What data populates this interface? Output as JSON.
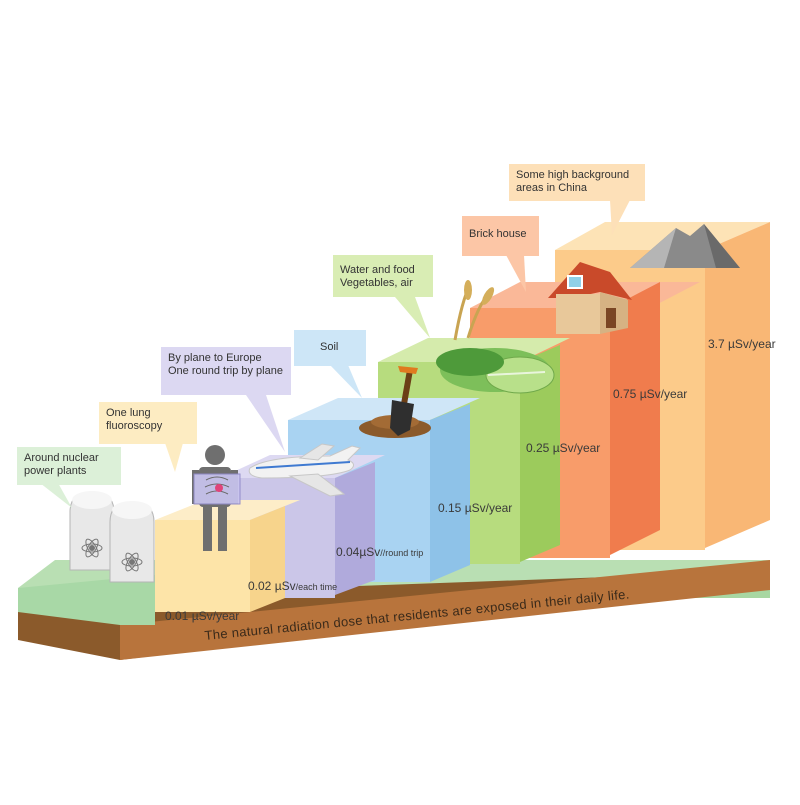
{
  "footer": "The natural radiation dose that residents are exposed in their daily life.",
  "steps": [
    {
      "callout": [
        "Around nuclear",
        "power plants"
      ],
      "value": "0.01 µSv/year",
      "color": "#a8d8a6",
      "callout_bg": "#dcf0d8"
    },
    {
      "callout": [
        "One lung",
        "fluoroscopy"
      ],
      "value_main": "0.02 µSv",
      "value_unit": "/each time",
      "color": "#fde4a8",
      "callout_bg": "#fdecc2"
    },
    {
      "callout": [
        "By plane to Europe",
        "One round trip by plane"
      ],
      "value_main": "0.04µSv",
      "value_unit": "//round trip",
      "color": "#cbc6e8",
      "callout_bg": "#dcd8f2"
    },
    {
      "callout": [
        "Soil"
      ],
      "value": "0.15 µSv/year",
      "color": "#a9d3f2",
      "callout_bg": "#cde6f7"
    },
    {
      "callout": [
        "Water and food",
        "Vegetables, air"
      ],
      "value": "0.25 µSv/year",
      "color": "#b7dc7e",
      "callout_bg": "#d9edb4"
    },
    {
      "callout": [
        "Brick house"
      ],
      "value": "0.75 µSv/year",
      "color": "#f89c6a",
      "callout_bg": "#fcc6a6"
    },
    {
      "callout": [
        "Some high background",
        "areas in China"
      ],
      "value": "3.7 µSv/year",
      "color": "#fccb8a",
      "callout_bg": "#fde0b8"
    }
  ],
  "icons": [
    "nuclear-plant-icon",
    "lung-xray-person-icon",
    "airplane-icon",
    "shovel-soil-icon",
    "vegetables-icon",
    "brick-house-icon",
    "mountain-icon"
  ]
}
